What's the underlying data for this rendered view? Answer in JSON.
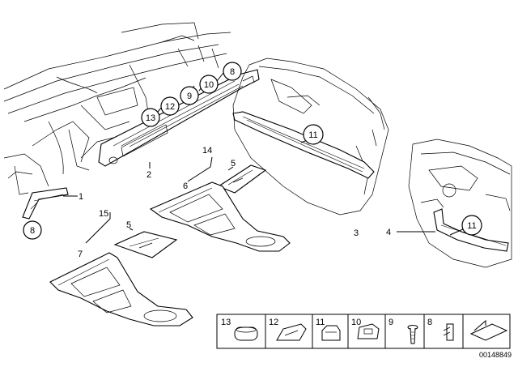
{
  "callouts": {
    "c1": "1",
    "c2": "2",
    "c3": "3",
    "c4": "4",
    "c5a": "5",
    "c5b": "5",
    "c6": "6",
    "c7": "7",
    "c8a": "8",
    "c8b": "8",
    "c9": "9",
    "c10": "10",
    "c11a": "11",
    "c11b": "11",
    "c12": "12",
    "c13": "13",
    "c14": "14",
    "c15": "15"
  },
  "legend": {
    "items": [
      "13",
      "12",
      "11",
      "10",
      "9",
      "8"
    ]
  },
  "doc_number": "00148849"
}
